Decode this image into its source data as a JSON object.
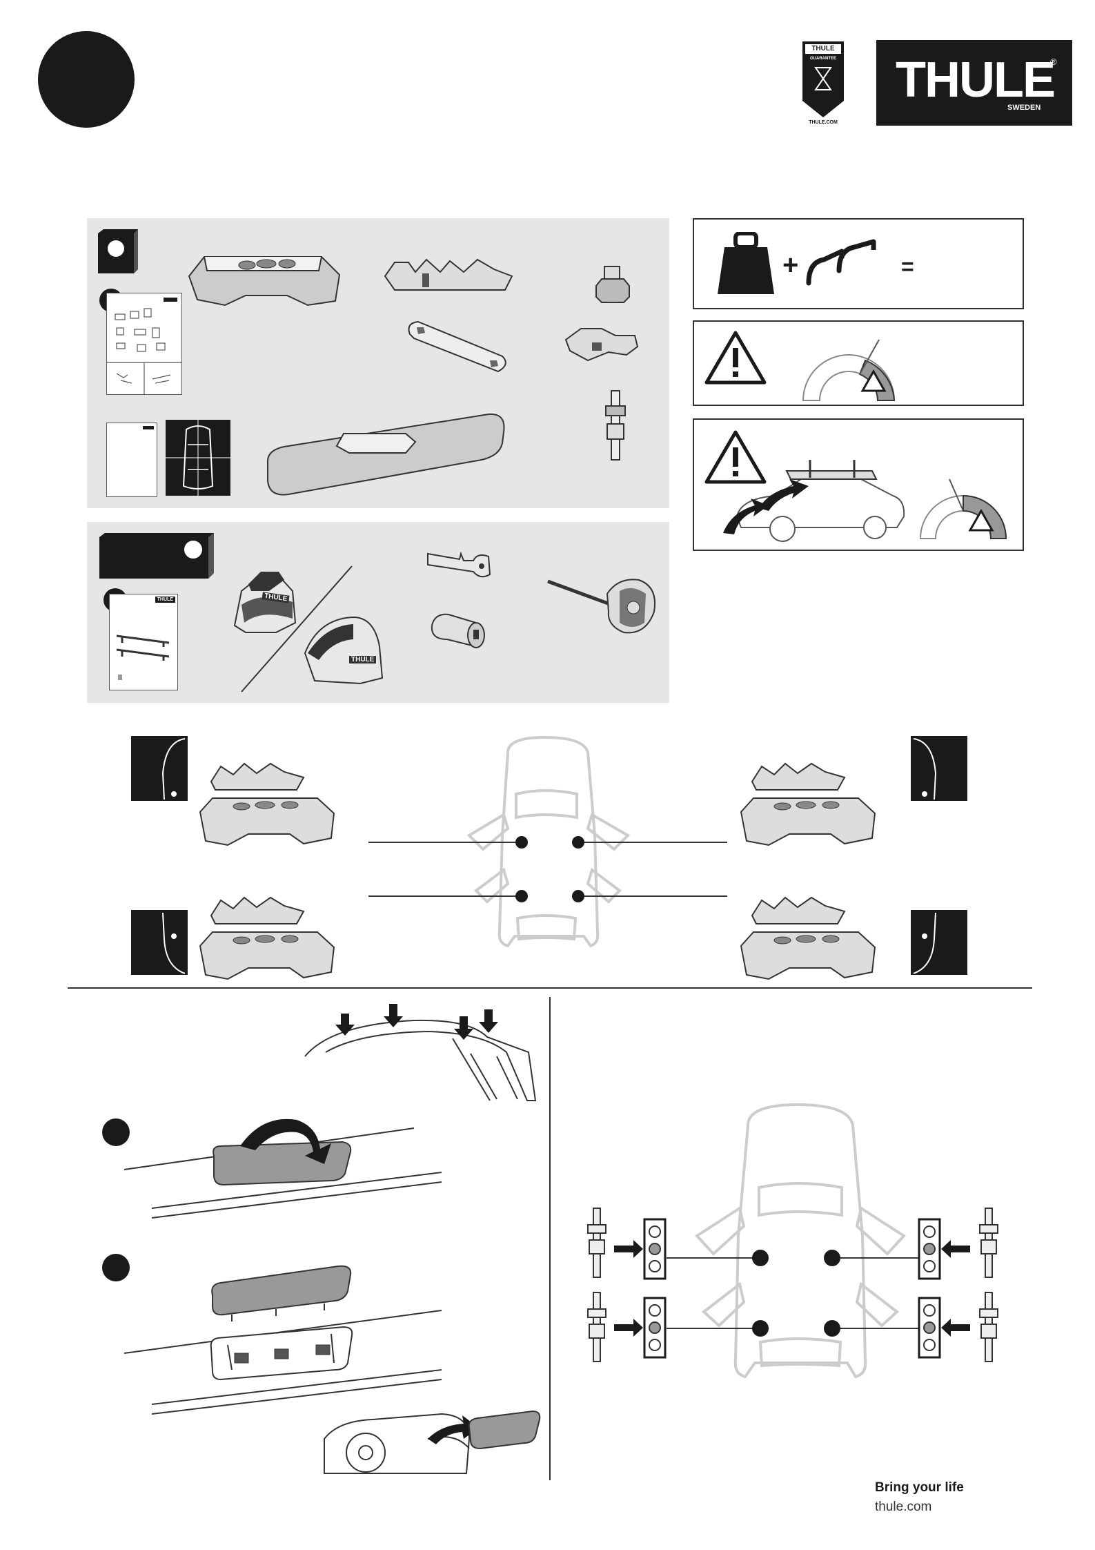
{
  "header": {
    "guarantee_badge": {
      "brand": "THULE",
      "label": "GUARANTEE",
      "url": "THULE.COM"
    },
    "logo": {
      "brand": "THULE",
      "sub": "SWEDEN",
      "mark": "®"
    }
  },
  "weight_box": {
    "plus": "+",
    "equals": "="
  },
  "parts": {
    "foot_label": "THULE",
    "booklet_label": "THULE"
  },
  "footer": {
    "tagline": "Bring your life",
    "url": "thule.com"
  }
}
